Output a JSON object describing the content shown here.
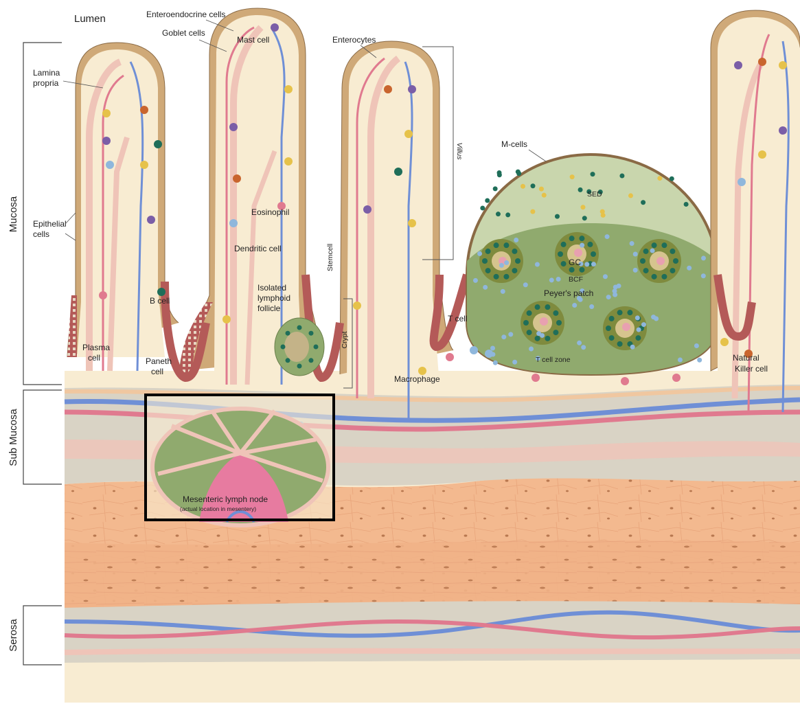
{
  "labels": {
    "lumen": "Lumen",
    "enteroendocrine": "Enteroendocrine cells",
    "goblet": "Goblet cells",
    "mast_cell": "Mast cell",
    "enterocytes": "Enterocytes",
    "lamina_propria_1": "Lamina",
    "lamina_propria_2": "propria",
    "villus": "Villus",
    "m_cells": "M-cells",
    "sed": "SED",
    "eosinophil": "Eosinophil",
    "epithelial_1": "Epithelial",
    "epithelial_2": "cells",
    "stemcell": "Stemcell",
    "dendritic": "Dendritic cell",
    "gc": "GC",
    "bcf": "BCF",
    "peyers_patch": "Peyer's patch",
    "isolated_1": "Isolated",
    "isolated_2": "lymphoid",
    "isolated_3": "follicle",
    "b_cell": "B cell",
    "crypt": "Crypt",
    "t_cell": "T cell",
    "plasma_1": "Plasma",
    "plasma_2": "cell",
    "paneth_1": "Paneth",
    "paneth_2": "cell",
    "t_cell_zone": "T cell zone",
    "macrophage": "Macrophage",
    "nk_1": "Natural",
    "nk_2": "Killer cell",
    "lymph_node": "Mesenteric lymph node",
    "lymph_node_note": "(actual location in mesentery)"
  },
  "regions": {
    "mucosa": "Mucosa",
    "sub_mucosa": "Sub Mucosa",
    "serosa": "Serosa"
  },
  "colors": {
    "lamina": "#f8ecd2",
    "epithelium": "#cfa978",
    "crypt_epithelium": "#b45a58",
    "artery": "#e07a8f",
    "vein": "#6f8fd6",
    "capillary": "#efc4b8",
    "submucosa_band": "#d9d3c5",
    "muscle": "#f3b98f",
    "peyers_dome": "#c9d6ad",
    "peyers_patch": "#90aa6e",
    "follicle": "#7f8b3e",
    "b_cell": "#1f6e59",
    "t_cell": "#8fb7dc"
  }
}
